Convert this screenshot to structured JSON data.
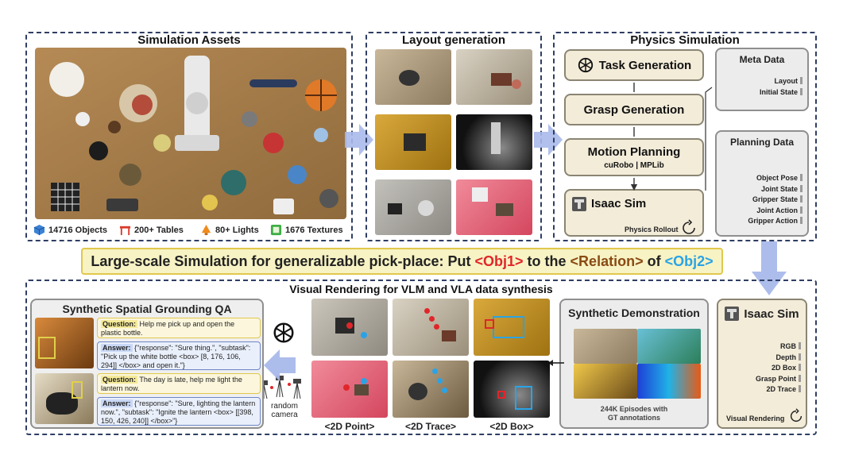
{
  "sections": {
    "assets": "Simulation Assets",
    "layout": "Layout generation",
    "physics": "Physics Simulation",
    "rendering": "Visual Rendering for VLM and VLA data synthesis"
  },
  "asset_stats": [
    {
      "icon": "cube-icon",
      "label": "14716 Objects"
    },
    {
      "icon": "table-icon",
      "label": "200+ Tables"
    },
    {
      "icon": "lamp-icon",
      "label": "80+ Lights"
    },
    {
      "icon": "texture-icon",
      "label": "1676 Textures"
    }
  ],
  "physics": {
    "task": "Task Generation",
    "grasp": "Grasp Generation",
    "motion": "Motion Planning",
    "motion_sub": "cuRobo | MPLib",
    "isaac": "Isaac Sim",
    "rollout": "Physics Rollout"
  },
  "meta": {
    "title": "Meta Data",
    "items": [
      "Layout",
      "Initial State"
    ]
  },
  "planning": {
    "title": "Planning Data",
    "items": [
      "Object Pose",
      "Joint State",
      "Gripper State",
      "Joint Action",
      "Gripper Action"
    ]
  },
  "banner": {
    "prefix": "Large-scale Simulation for generalizable pick-place: Put ",
    "obj1": "<Obj1>",
    "mid1": " to the ",
    "relation": "<Relation>",
    "mid2": " of ",
    "obj2": "<Obj2>"
  },
  "isaac_render": {
    "title": "Isaac Sim",
    "items": [
      "RGB",
      "Depth",
      "2D Box",
      "Grasp Point",
      "2D Trace"
    ],
    "footer": "Visual Rendering"
  },
  "demo": {
    "title": "Synthetic Demonstration",
    "episodes": "244K Episodes with",
    "episodes2": "GT annotations"
  },
  "grounding": {
    "captions": [
      "<2D Point>",
      "<2D Trace>",
      "<2D Box>"
    ]
  },
  "camera": "random\ncamera",
  "qa": {
    "title": "Synthetic Spatial Grounding QA",
    "q_label": "Question:",
    "a_label": "Answer:",
    "q1": " Help me pick up and open the plastic bottle.",
    "a1": " {\"response\": \"Sure thing.\", \"subtask\": \"Pick up the white bottle <box> [8, 176, 106, 294]] </box> and open it.\"}",
    "q2": " The day is late, help me light the lantern now.",
    "a2": " {\"response\": \"Sure, lighting the lantern now.\", \"subtask\": \"Ignite the lantern <box> [[398, 150, 426, 240]] </box>\"}"
  }
}
